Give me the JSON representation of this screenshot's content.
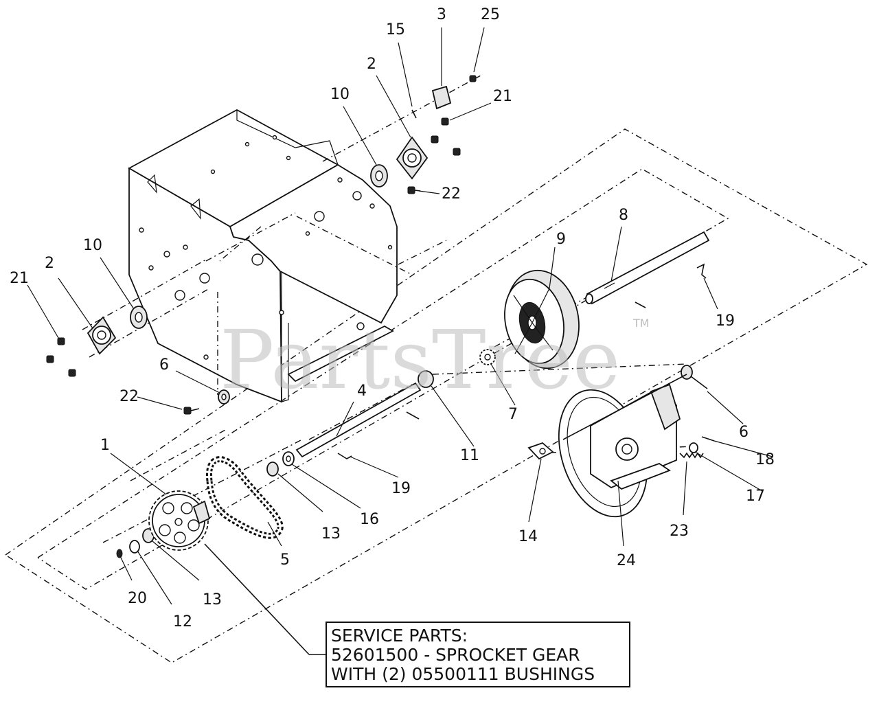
{
  "watermark": {
    "text": "PartsTree",
    "tm": "TM"
  },
  "service_box": {
    "line1": "SERVICE PARTS:",
    "line2": "52601500 - SPROCKET GEAR",
    "line3": "WITH (2) 05500111 BUSHINGS"
  },
  "labels": {
    "l1": "1",
    "l2a": "2",
    "l2b": "2",
    "l3": "3",
    "l4": "4",
    "l5": "5",
    "l6a": "6",
    "l6b": "6",
    "l7": "7",
    "l8": "8",
    "l9": "9",
    "l10a": "10",
    "l10b": "10",
    "l11": "11",
    "l12": "12",
    "l13a": "13",
    "l13b": "13",
    "l14": "14",
    "l15": "15",
    "l16": "16",
    "l17": "17",
    "l18": "18",
    "l19a": "19",
    "l19b": "19",
    "l20": "20",
    "l21a": "21",
    "l21b": "21",
    "l22a": "22",
    "l22b": "22",
    "l23": "23",
    "l24": "24",
    "l25": "25"
  }
}
